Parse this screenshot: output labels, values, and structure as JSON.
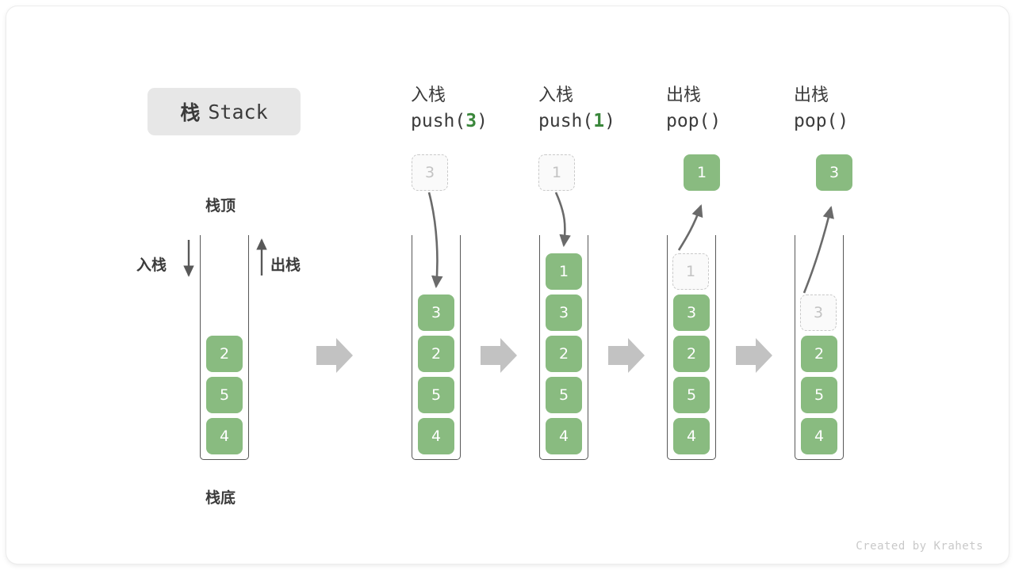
{
  "title": {
    "cn": "栈",
    "en": "Stack"
  },
  "labels": {
    "top": "栈顶",
    "bottom": "栈底",
    "push": "入栈",
    "pop": "出栈"
  },
  "footer": "Created by Krahets",
  "colors": {
    "cell_green": "#89bb80",
    "accent_green": "#3a873b",
    "ghost_border": "#c9c9c9",
    "ghost_fill": "#fafafa",
    "stroke": "#585858",
    "arrow_gray": "#c2c2c2",
    "chip_bg": "#e7e7e7",
    "text": "#3b3b3b",
    "footer_text": "#c9c9c9"
  },
  "initial_stack": {
    "name": "initial",
    "cells": [
      "2",
      "5",
      "4"
    ]
  },
  "steps": [
    {
      "id": "push-3",
      "head_line1": "入栈",
      "head_line2_pre": "push(",
      "head_line2_arg": "3",
      "head_line2_post": ")",
      "floating_cell": {
        "value": "3",
        "state": "ghost"
      },
      "cells": [
        {
          "value": "3",
          "state": "solid"
        },
        {
          "value": "2",
          "state": "solid"
        },
        {
          "value": "5",
          "state": "solid"
        },
        {
          "value": "4",
          "state": "solid"
        }
      ],
      "arrow_direction": "down"
    },
    {
      "id": "push-1",
      "head_line1": "入栈",
      "head_line2_pre": "push(",
      "head_line2_arg": "1",
      "head_line2_post": ")",
      "floating_cell": {
        "value": "1",
        "state": "ghost"
      },
      "cells": [
        {
          "value": "1",
          "state": "solid"
        },
        {
          "value": "3",
          "state": "solid"
        },
        {
          "value": "2",
          "state": "solid"
        },
        {
          "value": "5",
          "state": "solid"
        },
        {
          "value": "4",
          "state": "solid"
        }
      ],
      "arrow_direction": "down"
    },
    {
      "id": "pop-1",
      "head_line1": "出栈",
      "head_line2_pre": "pop(",
      "head_line2_arg": "",
      "head_line2_post": ")",
      "floating_cell": {
        "value": "1",
        "state": "solid"
      },
      "cells": [
        {
          "value": "1",
          "state": "ghost"
        },
        {
          "value": "3",
          "state": "solid"
        },
        {
          "value": "2",
          "state": "solid"
        },
        {
          "value": "5",
          "state": "solid"
        },
        {
          "value": "4",
          "state": "solid"
        }
      ],
      "arrow_direction": "up"
    },
    {
      "id": "pop-3",
      "head_line1": "出栈",
      "head_line2_pre": "pop(",
      "head_line2_arg": "",
      "head_line2_post": ")",
      "floating_cell": {
        "value": "3",
        "state": "solid"
      },
      "cells": [
        {
          "value": "3",
          "state": "ghost"
        },
        {
          "value": "2",
          "state": "solid"
        },
        {
          "value": "5",
          "state": "solid"
        },
        {
          "value": "4",
          "state": "solid"
        }
      ],
      "arrow_direction": "up"
    }
  ]
}
